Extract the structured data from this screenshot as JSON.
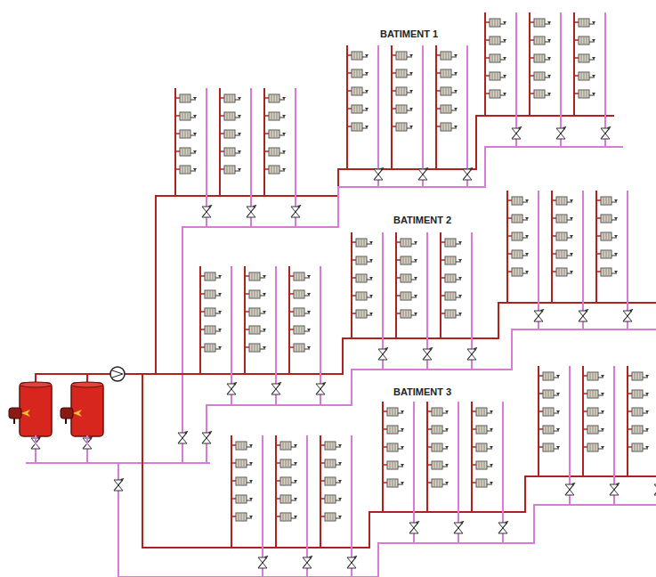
{
  "diagram": {
    "labels": [
      "BATIMENT 1",
      "BATIMENT 2",
      "BATIMENT 3"
    ]
  }
}
